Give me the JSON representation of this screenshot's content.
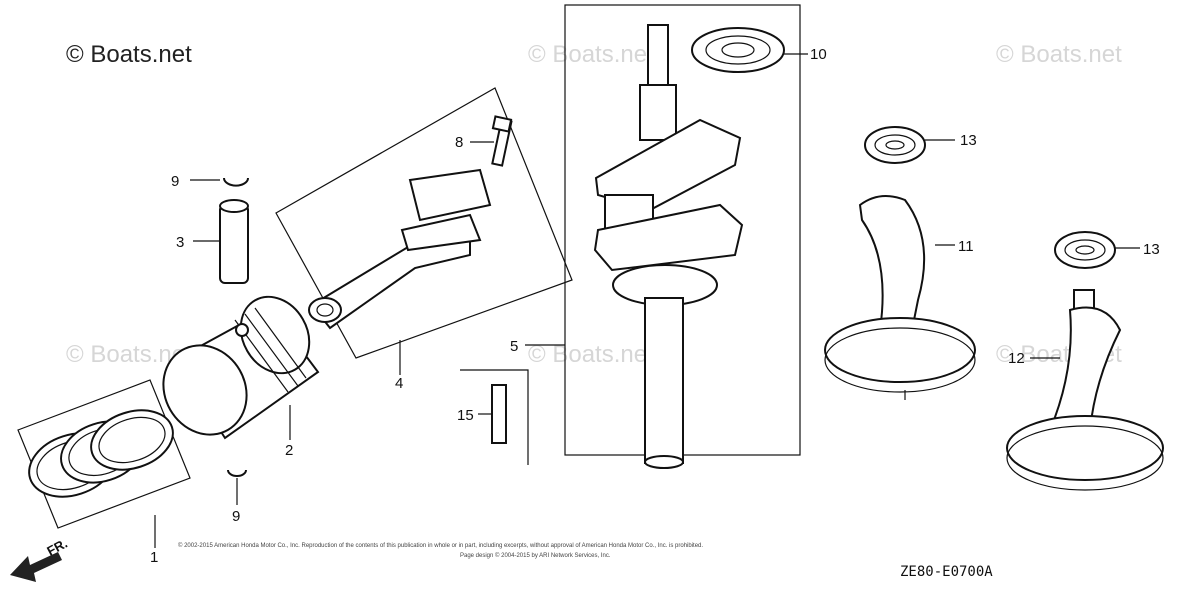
{
  "watermark": {
    "main": "© Boats.net",
    "faint": "© Boats.net"
  },
  "callouts": {
    "p1": "1",
    "p2": "2",
    "p3": "3",
    "p4": "4",
    "p5": "5",
    "p8": "8",
    "p9a": "9",
    "p9b": "9",
    "p10": "10",
    "p11": "11",
    "p12": "12",
    "p13a": "13",
    "p13b": "13",
    "p15": "15"
  },
  "direction_marker": "FR.",
  "diagram_code": "ZE80-E0700A",
  "copyright": {
    "line1": "© 2002-2015 American Honda Motor Co., Inc. Reproduction of the contents of this publication in whole or in part, including excerpts, without approval of American Honda Motor Co., Inc. is prohibited.",
    "line2": "Page design © 2004-2015 by ARI Network Services, Inc."
  }
}
